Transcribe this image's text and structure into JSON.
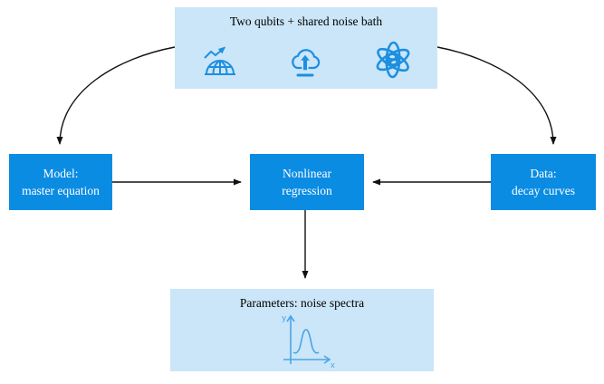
{
  "colors": {
    "box_blue": "#0b8ce3",
    "box_light_blue": "#cbe6f8",
    "icon_blue": "#1e8fe0",
    "plot_blue": "#4aa4e6",
    "arrow_dark": "#111111"
  },
  "top_box": {
    "title": "Two qubits + shared noise bath",
    "icons": [
      "dome-growth-icon",
      "cloud-upload-icon",
      "atom-globe-icon"
    ]
  },
  "left_box": {
    "line1": "Model:",
    "line2": "master equation"
  },
  "center_box": {
    "line1": "Nonlinear",
    "line2": "regression"
  },
  "right_box": {
    "line1": "Data:",
    "line2": "decay curves"
  },
  "bottom_box": {
    "title": "Parameters: noise spectra",
    "plot": {
      "x_label": "x",
      "y_label": "y"
    }
  }
}
